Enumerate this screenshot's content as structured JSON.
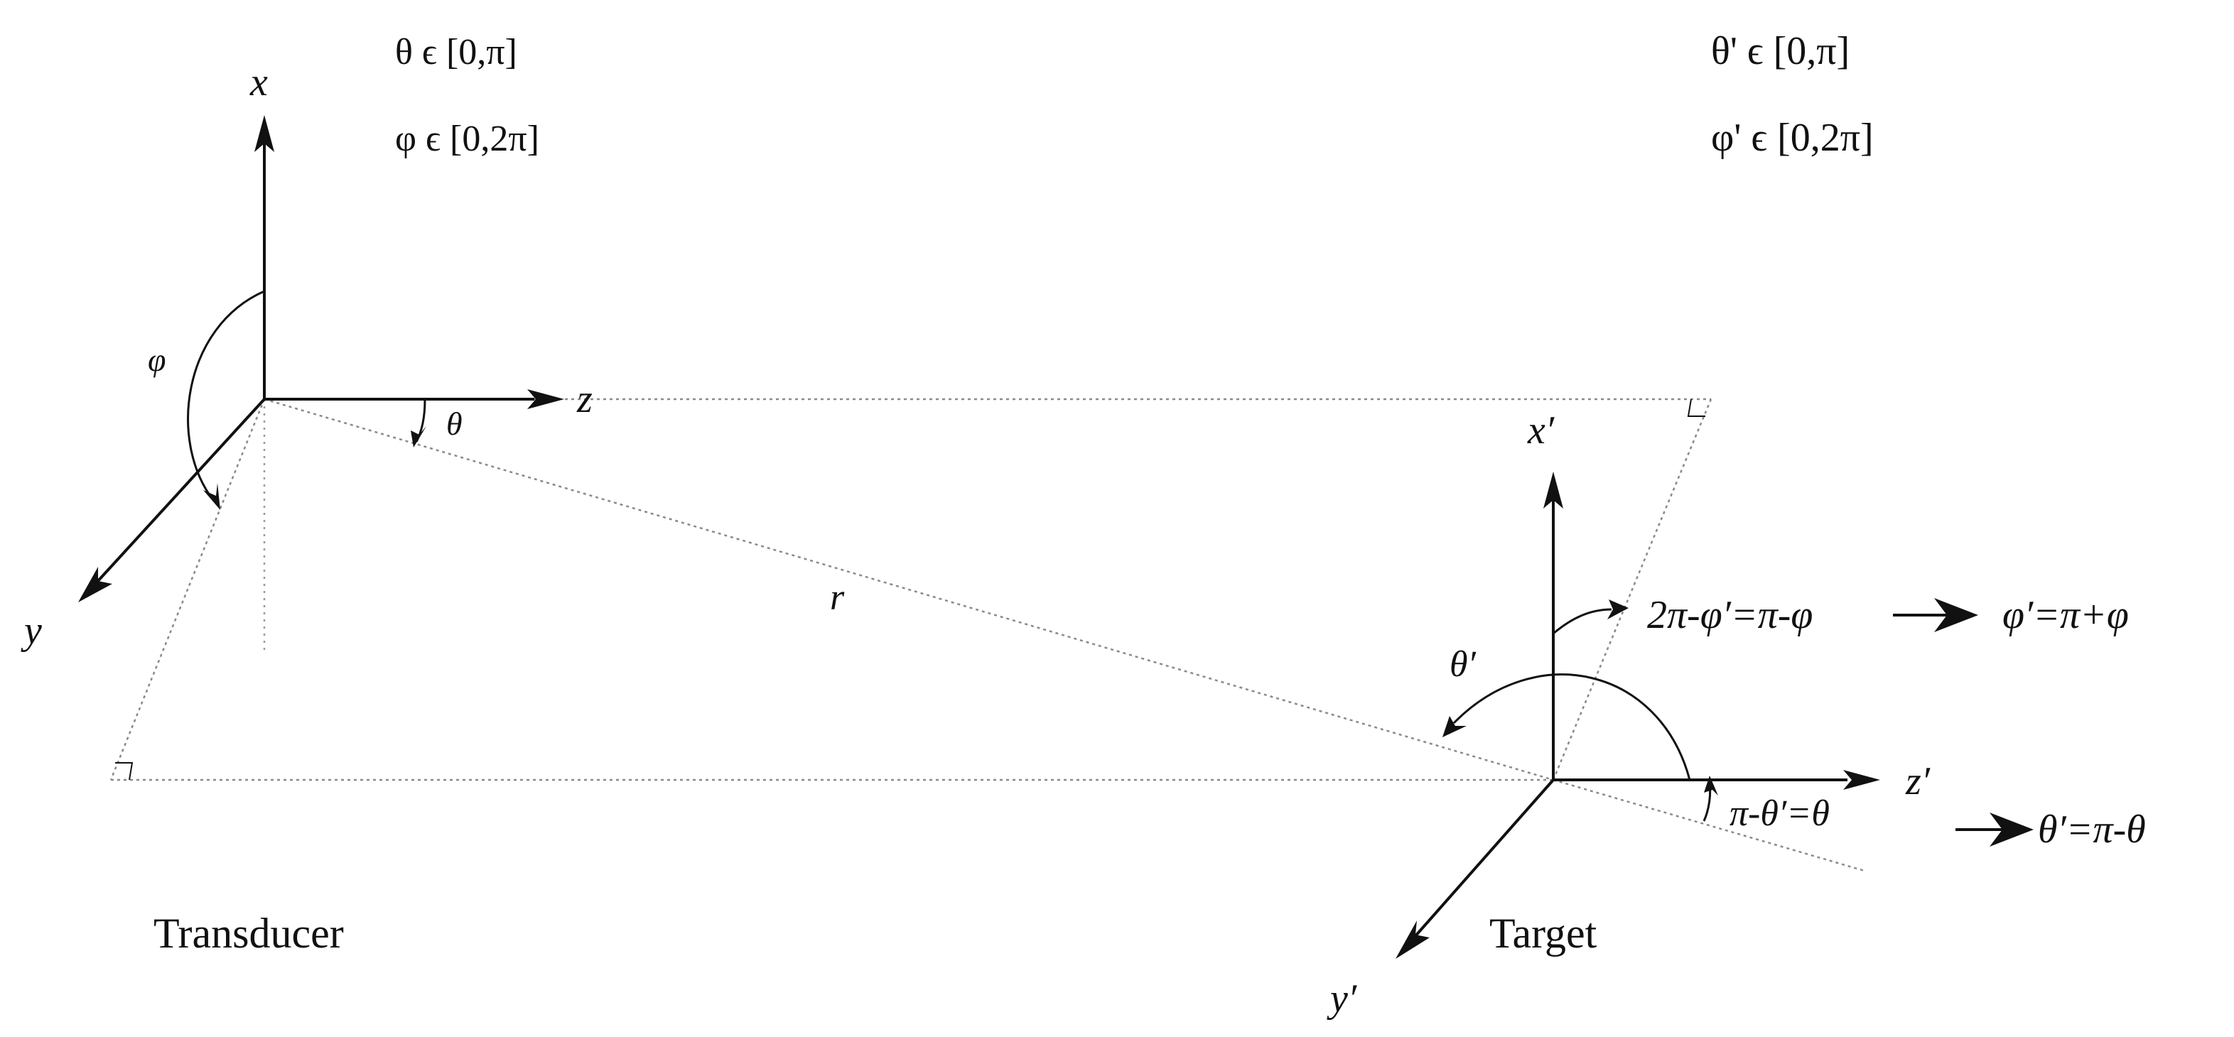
{
  "ranges": {
    "theta": "θ ϵ [0,π]",
    "phi": "φ ϵ [0,2π]",
    "theta_prime": "θ' ϵ [0,π]",
    "phi_prime": "φ' ϵ [0,2π]"
  },
  "transducer": {
    "caption": "Transducer",
    "axis_x": "x",
    "axis_y": "y",
    "axis_z": "z",
    "angle_phi": "φ",
    "angle_theta": "θ"
  },
  "link": {
    "distance": "r"
  },
  "target": {
    "caption": "Target",
    "axis_x": "x′",
    "axis_y": "y′",
    "axis_z": "z′",
    "angle_theta_prime": "θ′",
    "phi_relation": "2π-φ′=π-φ",
    "phi_result": "φ′=π+φ",
    "theta_relation": "π-θ′=θ",
    "theta_result": "θ′=π-θ"
  }
}
